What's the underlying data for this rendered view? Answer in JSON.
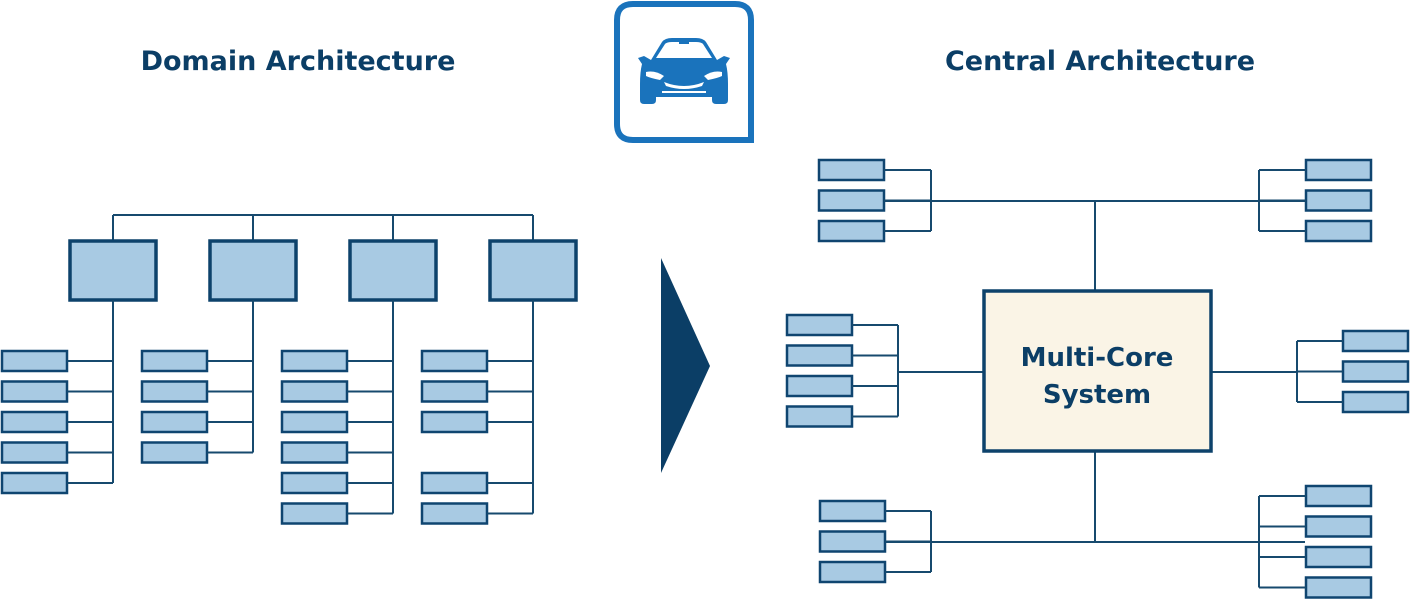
{
  "colors": {
    "title": "#0b3e66",
    "line": "#174a6e",
    "ecu_fill": "#a8cae3",
    "ecu_stroke": "#0f4570",
    "core_fill": "#faf4e6",
    "arrow": "#0b3e66",
    "icon": "#1a73bc"
  },
  "left": {
    "title": "Domain Architecture",
    "domains": [
      {
        "name": "domain-1",
        "ecu_slots": [
          1,
          1,
          1,
          1,
          1,
          0
        ]
      },
      {
        "name": "domain-2",
        "ecu_slots": [
          1,
          1,
          1,
          1,
          0,
          0
        ]
      },
      {
        "name": "domain-3",
        "ecu_slots": [
          1,
          1,
          1,
          1,
          1,
          1
        ]
      },
      {
        "name": "domain-4",
        "ecu_slots": [
          1,
          1,
          1,
          0,
          1,
          1
        ]
      }
    ]
  },
  "transition": {
    "icon": "car-icon",
    "arrow": "arrow-right-icon"
  },
  "right": {
    "title": "Central Architecture",
    "core": {
      "line1": "Multi-Core",
      "line2": "System"
    },
    "clusters": [
      {
        "name": "top-left",
        "ecu_count": 3
      },
      {
        "name": "top-right",
        "ecu_count": 3
      },
      {
        "name": "mid-left",
        "ecu_count": 4
      },
      {
        "name": "mid-right",
        "ecu_count": 3
      },
      {
        "name": "bottom-left",
        "ecu_count": 3
      },
      {
        "name": "bottom-right",
        "ecu_count": 4
      }
    ]
  }
}
